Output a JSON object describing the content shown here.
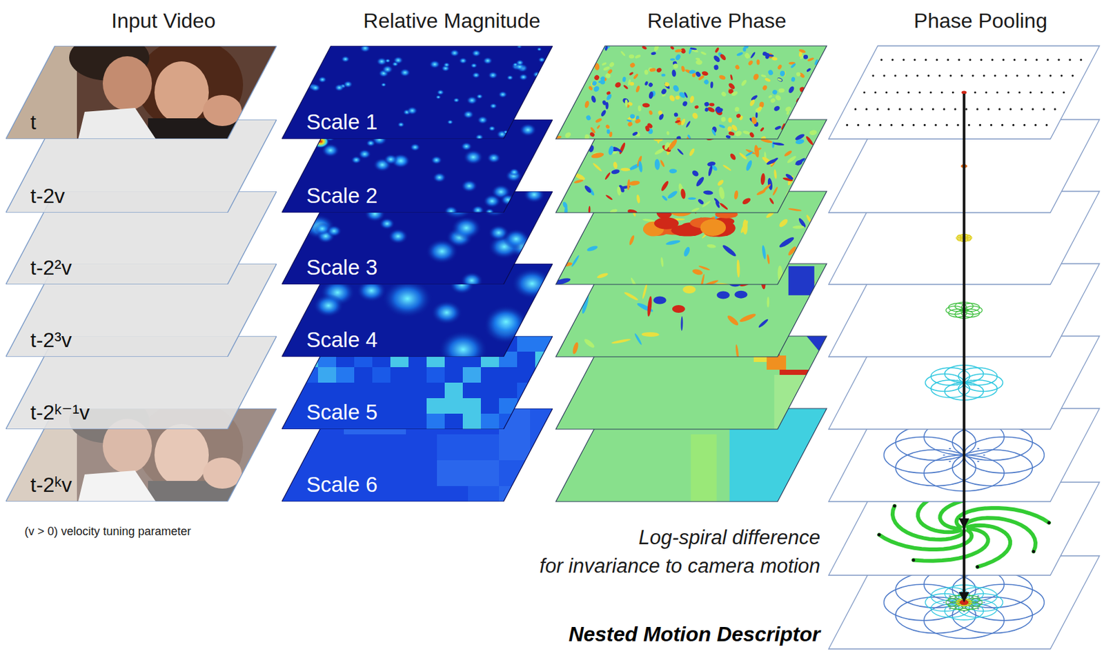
{
  "diagram": {
    "nodes": [
      {
        "text": [
          "t"
        ]
      },
      {
        "text": [
          "t-2v"
        ]
      },
      {
        "text": [
          "t-2²v"
        ]
      },
      {
        "text": [
          "t-2³v"
        ]
      },
      {
        "text": [
          "t-2ᵏ⁻¹v"
        ]
      },
      {
        "text": [
          "t-2ᵏv"
        ]
      },
      {
        "text": [
          "Scale 1"
        ]
      },
      {
        "text": [
          "Scale 2"
        ]
      },
      {
        "text": [
          "Scale 3"
        ]
      },
      {
        "text": [
          "Scale 4"
        ]
      },
      {
        "text": [
          "Scale 5"
        ]
      },
      {
        "text": [
          "Scale 6"
        ]
      }
    ],
    "labels": [
      "Input Video",
      "Relative Magnitude",
      "Relative Phase",
      "Phase Pooling",
      "(v > 0) velocity tuning parameter",
      "Log-spiral difference",
      "for invariance to camera motion",
      "Nested Motion Descriptor"
    ]
  }
}
